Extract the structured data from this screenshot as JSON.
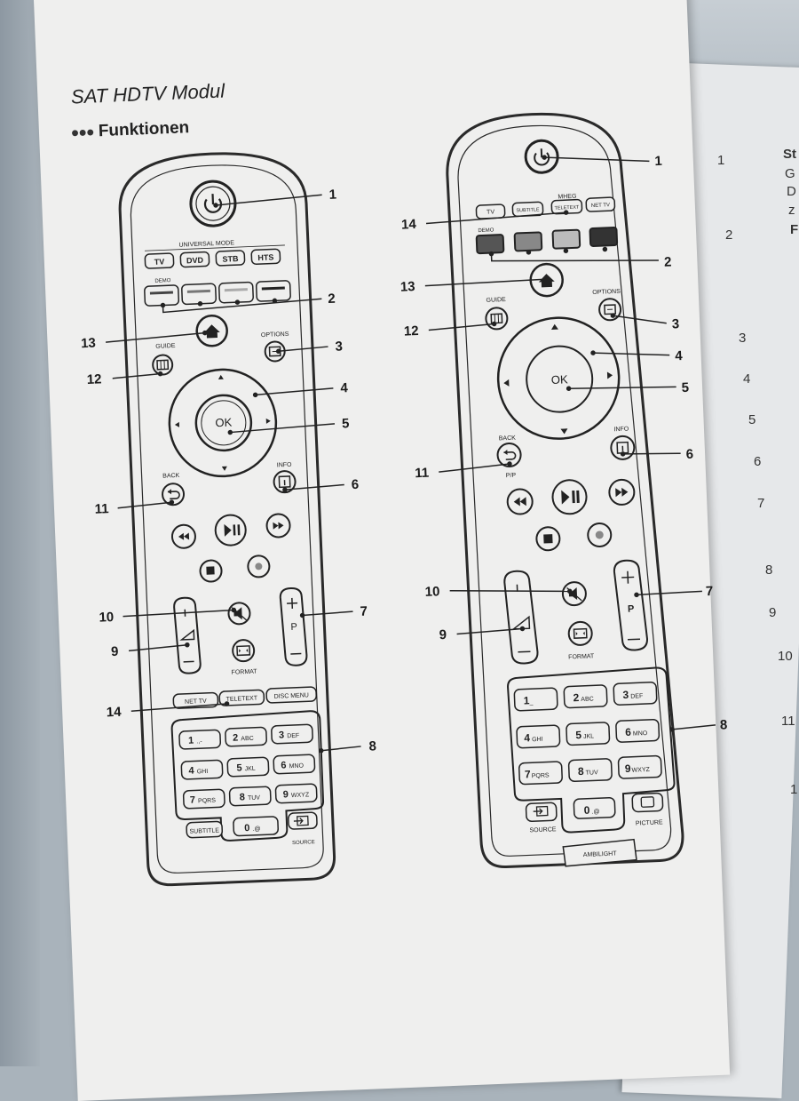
{
  "header": {
    "title": "SAT HDTV Modul",
    "section": "Funktionen"
  },
  "remote_left": {
    "universal_mode": "UNIVERSAL MODE",
    "mode_buttons": [
      "TV",
      "DVD",
      "STB",
      "HTS"
    ],
    "demo": "DEMO",
    "guide": "GUIDE",
    "options": "OPTIONS",
    "ok": "OK",
    "back": "BACK",
    "info": "INFO",
    "p": "P",
    "format": "FORMAT",
    "bottom_buttons": [
      "NET TV",
      "TELETEXT",
      "DISC MENU"
    ],
    "keypad": [
      [
        "1",
        ".,-"
      ],
      [
        "2",
        "ABC"
      ],
      [
        "3",
        "DEF"
      ],
      [
        "4",
        "GHI"
      ],
      [
        "5",
        "JKL"
      ],
      [
        "6",
        "MNO"
      ],
      [
        "7",
        "PQRS"
      ],
      [
        "8",
        "TUV"
      ],
      [
        "9",
        "WXYZ"
      ]
    ],
    "subtitle": "SUBTITLE",
    "zero": "0",
    "zero_sub": ".@",
    "source": "SOURCE"
  },
  "remote_right": {
    "mode_buttons": [
      "TV",
      "SUBTITLE",
      "TELETEXT",
      "NET TV"
    ],
    "mheg": "MHEG",
    "demo": "DEMO",
    "guide": "GUIDE",
    "options": "OPTIONS",
    "ok": "OK",
    "back": "BACK",
    "pp": "P/P",
    "info": "INFO",
    "p": "P",
    "format": "FORMAT",
    "keypad": [
      [
        "1",
        "_"
      ],
      [
        "2",
        "ABC"
      ],
      [
        "3",
        "DEF"
      ],
      [
        "4",
        "GHI"
      ],
      [
        "5",
        "JKL"
      ],
      [
        "6",
        "MNO"
      ],
      [
        "7",
        "PQRS"
      ],
      [
        "8",
        "TUV"
      ],
      [
        "9",
        "WXYZ"
      ]
    ],
    "zero": "0",
    "zero_sub": ".@",
    "source": "SOURCE",
    "picture": "PICTURE",
    "ambilight": "AMBILIGHT"
  },
  "callouts_left": [
    "1",
    "2",
    "13",
    "3",
    "12",
    "4",
    "5",
    "11",
    "6",
    "10",
    "7",
    "9",
    "14",
    "8"
  ],
  "callouts_right": [
    "1",
    "14",
    "2",
    "13",
    "12",
    "3",
    "4",
    "5",
    "11",
    "6",
    "10",
    "7",
    "9",
    "8"
  ],
  "right_page": {
    "numbers": [
      "1",
      "2",
      "3",
      "4",
      "5",
      "6",
      "7",
      "8",
      "9",
      "10",
      "11",
      "1"
    ],
    "fragments": [
      "St",
      "G",
      "D",
      "z",
      "F"
    ]
  }
}
